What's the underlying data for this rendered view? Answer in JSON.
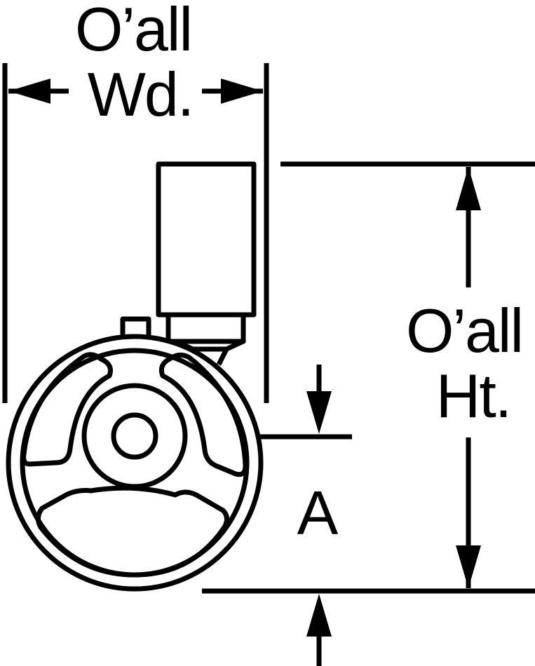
{
  "labels": {
    "overall_width_line1": "O’all",
    "overall_width_line2": "Wd.",
    "overall_height_line1": "O’all",
    "overall_height_line2": "Ht.",
    "dimension_a": "A"
  },
  "colors": {
    "ink": "#000000",
    "paper": "#ffffff"
  }
}
